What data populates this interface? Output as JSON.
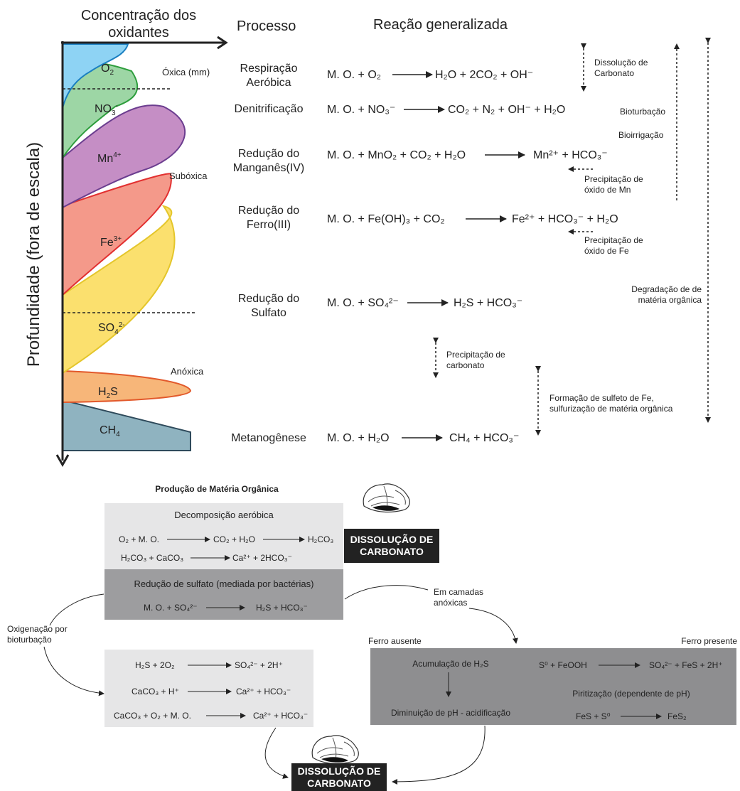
{
  "top": {
    "axis_x_label_line1": "Concentração dos",
    "axis_x_label_line2": "oxidantes",
    "axis_y_label": "Profundidade (fora de escala)",
    "col_process": "Processo",
    "col_reaction": "Reação generalizada",
    "zones": {
      "oxic": "Óxica (mm)",
      "suboxic": "Subóxica",
      "anoxic": "Anóxica"
    },
    "curve_colors": {
      "o2": "#8ed3f4",
      "no3": "#9dd6a5",
      "mn": "#c58ec5",
      "fe": "#f4998a",
      "so4": "#fbe06e",
      "h2s": "#f7b679",
      "ch4": "#8fb3c0"
    },
    "species": {
      "o2": "O",
      "o2_sub": "2",
      "no3": "NO",
      "no3_sub": "3",
      "no3_sup": "-",
      "mn": "Mn",
      "mn_sup": "4+",
      "fe": "Fe",
      "fe_sup": "3+",
      "so4": "SO",
      "so4_sub": "4",
      "so4_sup": "2-",
      "h2s_a": "H",
      "h2s_sub": "2",
      "h2s_b": "S",
      "ch4": "CH",
      "ch4_sub": "4"
    },
    "processes": {
      "p1_line1": "Respiração",
      "p1_line2": "Aeróbica",
      "p2": "Denitrificação",
      "p3_line1": "Redução do",
      "p3_line2": "Manganês(IV)",
      "p4_line1": "Redução do",
      "p4_line2": "Ferro(III)",
      "p5_line1": "Redução do",
      "p5_line2": "Sulfato",
      "p6": "Metanogênese"
    },
    "reactions": {
      "r1_left": "M. O. + O₂",
      "r1_right": "H₂O + 2CO₂ + OH⁻",
      "r2_left": "M. O. + NO₃⁻",
      "r2_right": "CO₂ + N₂ + OH⁻ + H₂O",
      "r3_left": "M. O. + MnO₂ + CO₂ + H₂O",
      "r3_right": "Mn²⁺ + HCO₃⁻",
      "r4_left": "M. O. + Fe(OH)₃ + CO₂",
      "r4_right": "Fe²⁺ + HCO₃⁻ + H₂O",
      "r5_left": "M. O. + SO₄²⁻",
      "r5_right": "H₂S + HCO₃⁻",
      "r6_left": "M. O. + H₂O",
      "r6_right": "CH₄ + HCO₃⁻"
    },
    "notes": {
      "dissolucao_l1": "Dissolução de",
      "dissolucao_l2": "Carbonato",
      "bioturbacao": "Bioturbação",
      "bioirrigacao": "Bioirrigação",
      "precip_mn_l1": "Precipitação de",
      "precip_mn_l2": "óxido  de Mn",
      "precip_fe_l1": "Precipitação de",
      "precip_fe_l2": "óxido de Fe",
      "degradacao_l1": "Degradação de de",
      "degradacao_l2": "matéria orgânica",
      "precip_carb_l1": "Precipitação de",
      "precip_carb_l2": "carbonato",
      "formacao_l1": "Formação de sulfeto de Fe,",
      "formacao_l2": "sulfurização de matéria orgânica"
    }
  },
  "bottom": {
    "title": "Produção de Matéria Orgânica",
    "box1_title": "Decomposição aeróbica",
    "box1_eq1_a": "O₂ + M. O.",
    "box1_eq1_b": "CO₂ + H₂O",
    "box1_eq1_c": "H₂CO₃",
    "box1_eq2_a": "H₂CO₃ + CaCO₃",
    "box1_eq2_b": "Ca²⁺ + 2HCO₃⁻",
    "box2_title": "Redução de sulfato (mediada por bactérias)",
    "box2_eq_a": "M. O. + SO₄²⁻",
    "box2_eq_b": "H₂S + HCO₃⁻",
    "dissolucao_label_l1": "DISSOLUÇÃO DE",
    "dissolucao_label_l2": "CARBONATO",
    "em_camadas_l1": "Em camadas",
    "em_camadas_l2": "anóxicas",
    "oxigenacao_l1": "Oxigenação por",
    "oxigenacao_l2": "bioturbação",
    "box3_eq1_a": "H₂S + 2O₂",
    "box3_eq1_b": "SO₄²⁻ + 2H⁺",
    "box3_eq2_a": "CaCO₃ + H⁺",
    "box3_eq2_b": "Ca²⁺ + HCO₃⁻",
    "box3_eq3_a": "CaCO₃ + O₂ + M. O.",
    "box3_eq3_b": "Ca²⁺ + HCO₃⁻",
    "ferro_ausente": "Ferro ausente",
    "ferro_presente": "Ferro presente",
    "box4_acum": "Acumulação de H₂S",
    "box4_dim": "Diminuição de pH - acidificação",
    "box4_eq1_a": "S⁰ + FeOOH",
    "box4_eq1_b": "SO₄²⁻ + FeS + 2H⁺",
    "box4_pirit": "Piritização (dependente de pH)",
    "box4_eq2_a": "FeS + S⁰",
    "box4_eq2_b": "FeS₂",
    "box_colors": {
      "light": "#e6e6e7",
      "mid": "#9d9d9f",
      "dark": "#8e8e90"
    }
  }
}
